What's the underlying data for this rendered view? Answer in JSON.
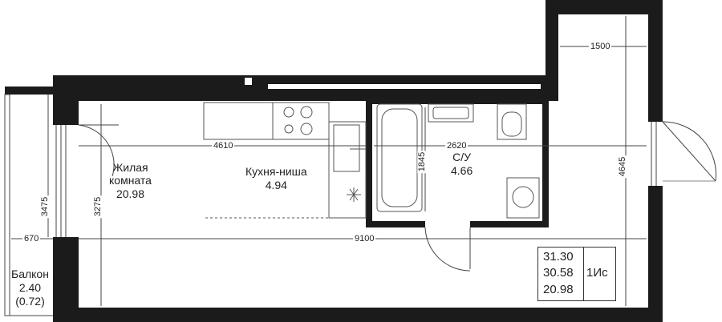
{
  "rooms": {
    "living": {
      "name_line1": "Жилая",
      "name_line2": "комната",
      "area": "20.98"
    },
    "kitchen": {
      "name": "Кухня-ниша",
      "area": "4.94"
    },
    "bath": {
      "name": "С/У",
      "area": "4.66"
    },
    "balcony": {
      "name": "Балкон",
      "area": "2.40",
      "area_reduced": "(0.72)"
    }
  },
  "dimensions": {
    "top_right_width": "1500",
    "living_width": "4610",
    "bath_width": "2620",
    "bath_height": "1845",
    "room_height": "3275",
    "balcony_height": "3475",
    "right_height": "4645",
    "total_width": "9100",
    "balcony_width": "670"
  },
  "info": {
    "total_area": "31.30",
    "living_area_total": "30.58",
    "living_room_area": "20.98",
    "apartment_type": "1Ис"
  },
  "colors": {
    "wall": "#1b1b1b",
    "line": "#444444",
    "background": "#ffffff"
  }
}
